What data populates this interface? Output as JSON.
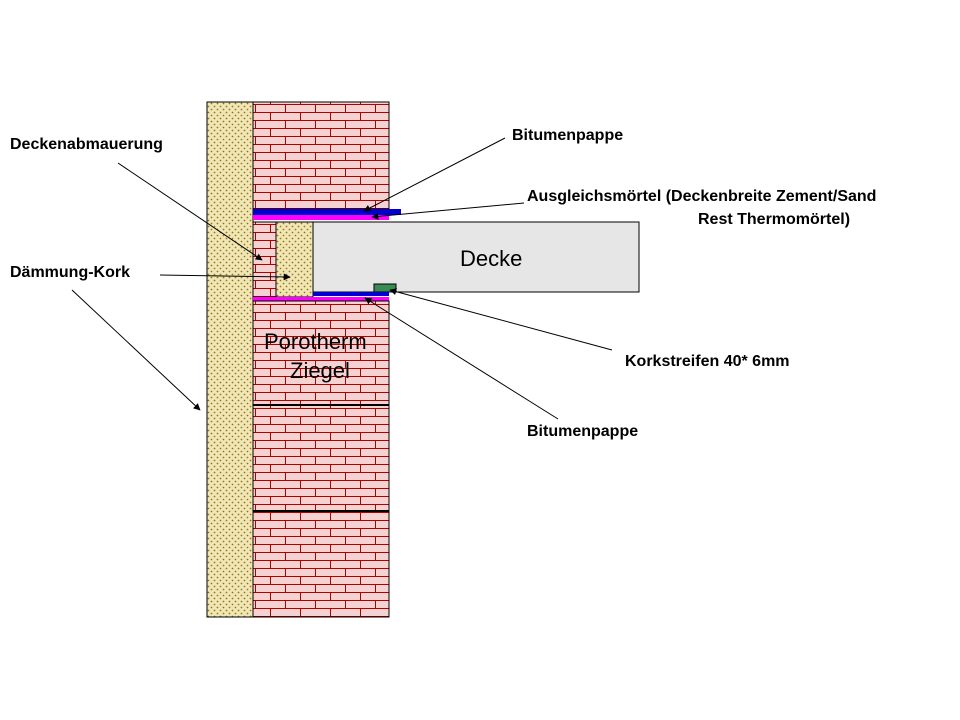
{
  "labels": {
    "deckenabmauerung": "Deckenabmauerung",
    "daemmung_kork": "Dämmung-Kork",
    "bitumenpappe_top": "Bitumenpappe",
    "ausgleichsmoertel_1": "Ausgleichsmörtel (Deckenbreite Zement/Sand",
    "ausgleichsmoertel_2": "Rest  Thermomörtel)",
    "decke": "Decke",
    "porotherm_1": "Porotherm",
    "porotherm_2": "Ziegel",
    "korkstreifen": "Korkstreifen 40* 6mm",
    "bitumenpappe_bottom": "Bitumenpappe"
  },
  "colors": {
    "brick": "#f4d2d2",
    "mortar": "#b00000",
    "insulation": "#f2e7b4",
    "insulation_dots": "#8a7a2a",
    "slab": "#e6e6e6",
    "bitumen": "#0000d0",
    "leveling_mortar": "#ff00ff",
    "cork_strip": "#3a8a55"
  }
}
